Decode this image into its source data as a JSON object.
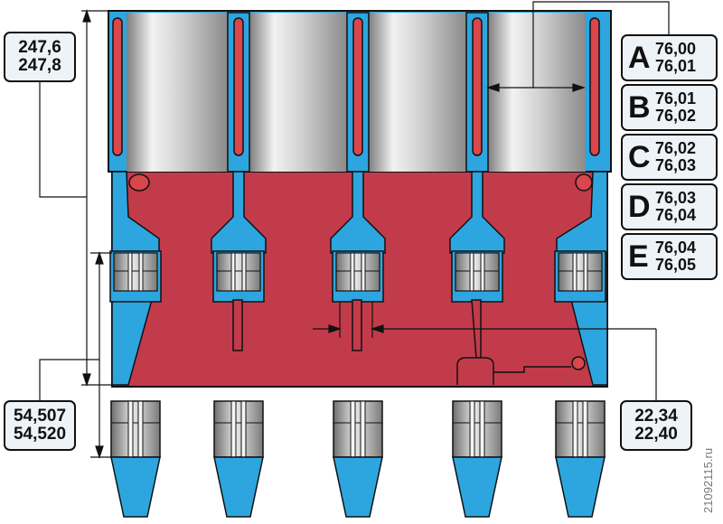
{
  "dimensions": {
    "deck_height": {
      "min": "247,6",
      "max": "247,8"
    },
    "main_bearing_bore": {
      "min": "54,507",
      "max": "54,520"
    },
    "thrust_width": {
      "min": "22,34",
      "max": "22,40"
    }
  },
  "cylinder_bore_classes": [
    {
      "class": "A",
      "min": "76,00",
      "max": "76,01"
    },
    {
      "class": "B",
      "min": "76,01",
      "max": "76,02"
    },
    {
      "class": "C",
      "min": "76,02",
      "max": "76,03"
    },
    {
      "class": "D",
      "min": "76,03",
      "max": "76,04"
    },
    {
      "class": "E",
      "min": "76,04",
      "max": "76,05"
    }
  ],
  "watermark": "21092115.ru",
  "colors": {
    "block": "#c23b4b",
    "coolant": "#2da6e0",
    "bore": "#b8b8b8",
    "outline": "#111111",
    "label_bg": "#eef3f7"
  }
}
